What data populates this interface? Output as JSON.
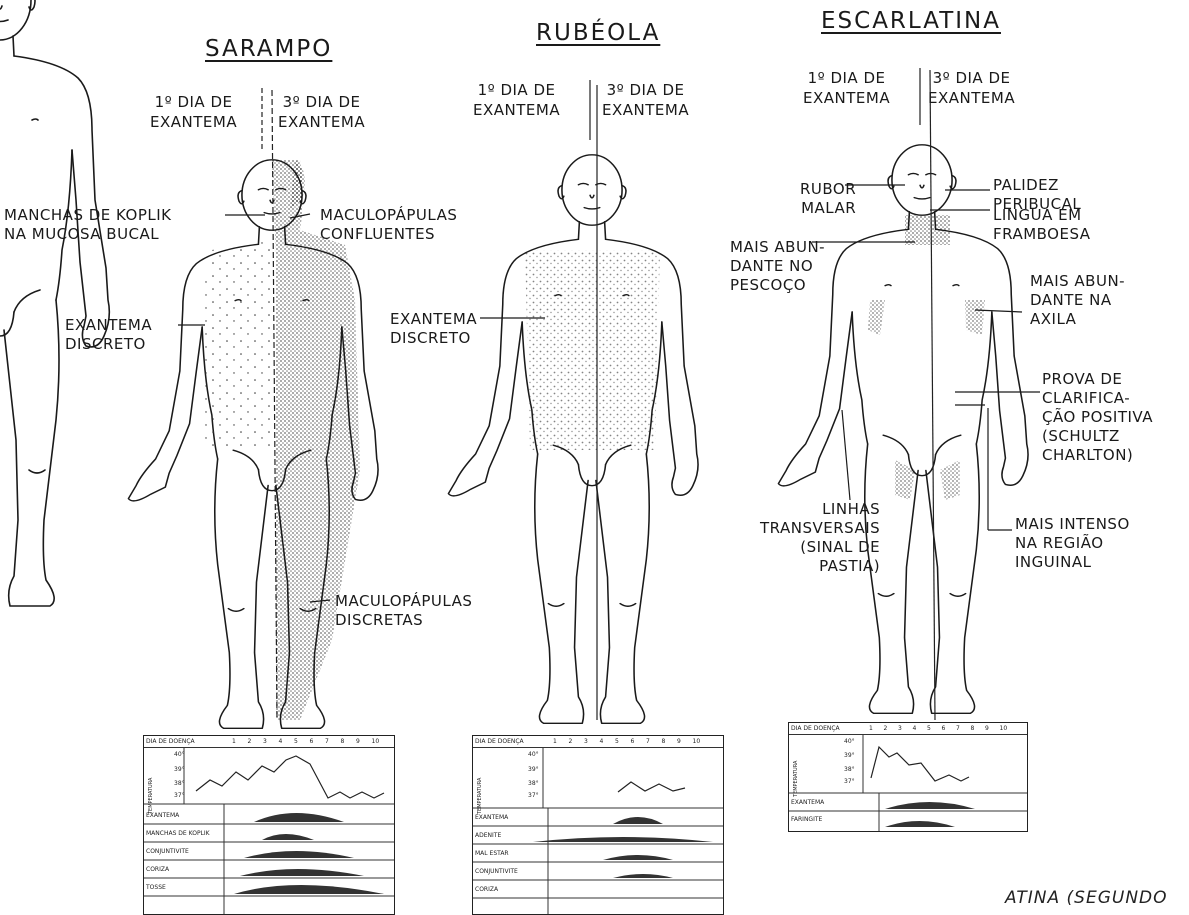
{
  "panels": [
    {
      "title": "SARAMPO",
      "day1": "1º DIA DE\nEXANTEMA",
      "day3": "3º DIA DE\nEXANTEMA",
      "labels": {
        "koplik": "MANCHAS DE KOPLIK\nNA MUCOSA BUCAL",
        "confluentes": "MACULOPÁPULAS\nCONFLUENTES",
        "discreto": "EXANTEMA\nDISCRETO",
        "discretas": "MACULOPÁPULAS\nDISCRETAS"
      },
      "table": {
        "header": "DIA DE DOENÇA",
        "days": [
          "1",
          "2",
          "3",
          "4",
          "5",
          "6",
          "7",
          "8",
          "9",
          "10"
        ],
        "temp_label": "TEMPERATURA",
        "temps": [
          "40°",
          "39°",
          "38°",
          "37°"
        ],
        "rows": [
          "EXANTEMA",
          "MANCHAS DE KOPLIK",
          "CONJUNTIVITE",
          "CORIZA",
          "TOSSE"
        ]
      }
    },
    {
      "title": "RUBÉOLA",
      "day1": "1º DIA DE\nEXANTEMA",
      "day3": "3º DIA DE\nEXANTEMA",
      "labels": {
        "discreto": "EXANTEMA\nDISCRETO"
      },
      "table": {
        "header": "DIA DE DOENÇA",
        "days": [
          "1",
          "2",
          "3",
          "4",
          "5",
          "6",
          "7",
          "8",
          "9",
          "10"
        ],
        "temp_label": "TEMPERATURA",
        "temps": [
          "40°",
          "39°",
          "38°",
          "37°"
        ],
        "rows": [
          "EXANTEMA",
          "ADENITE",
          "MAL ESTAR",
          "CONJUNTIVITE",
          "CORIZA"
        ]
      }
    },
    {
      "title": "ESCARLATINA",
      "day1": "1º DIA DE\nEXANTEMA",
      "day3": "3º DIA DE\nEXANTEMA",
      "labels": {
        "palidez": "PALIDEZ\nPERIBUCAL",
        "rubor": "RUBOR\nMALAR",
        "lingua": "LINGUA EM\nFRAMBOESA",
        "pescoco": "MAIS ABUN-\nDANTE NO\nPESCOÇO",
        "axila": "MAIS ABUN-\nDANTE NA\nAXILA",
        "prova": "PROVA DE\nCLARIFICA-\nÇÃO POSITIVA\n(SCHULTZ\nCHARLTON)",
        "linhas": "LINHAS\nTRANSVERSAIS\n(SINAL DE\nPASTIA)",
        "inguinal": "MAIS INTENSO\nNA REGIÃO\nINGUINAL"
      },
      "table": {
        "header": "DIA DE DOENÇA",
        "days": [
          "1",
          "2",
          "3",
          "4",
          "5",
          "6",
          "7",
          "8",
          "9",
          "10"
        ],
        "temp_label": "TEMPERATURA",
        "temps": [
          "40°",
          "39°",
          "38°",
          "37°"
        ],
        "rows": [
          "EXANTEMA",
          "FARINGITE"
        ]
      }
    }
  ],
  "caption": "ATINA (SEGUNDO"
}
